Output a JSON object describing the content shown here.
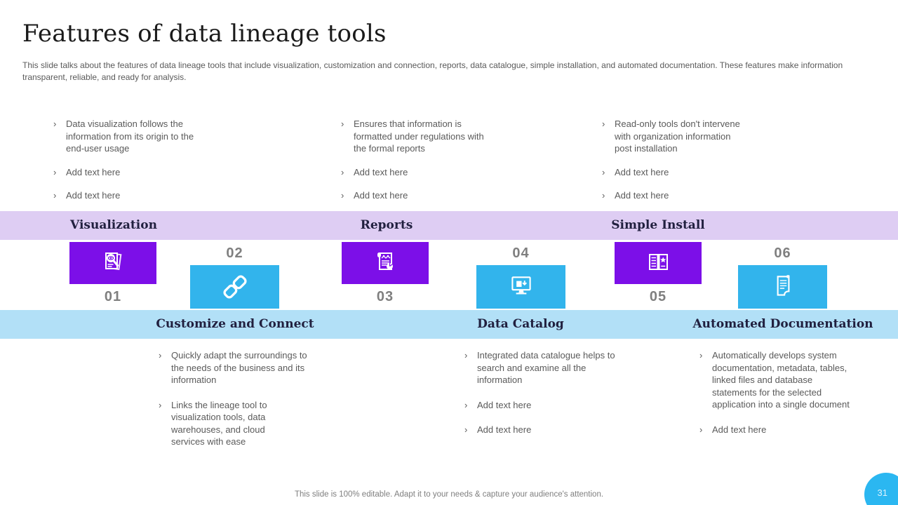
{
  "slide": {
    "title": "Features of data lineage tools",
    "subtitle": "This slide talks about the features of data lineage tools that include visualization, customization and connection, reports, data catalogue, simple installation, and automated documentation. These features make information transparent, reliable, and ready for analysis.",
    "footer": "This slide is 100% editable. Adapt it to your needs & capture your audience's attention.",
    "page_number": "31",
    "bullet_marker": "›"
  },
  "colors": {
    "purple_tile": "#7c0fe8",
    "blue_tile": "#32b4ec",
    "lavender_band": "#decdf3",
    "blue_band": "#b2e0f7",
    "page_badge": "#2bb7f1",
    "number_gray": "#7f7f7f",
    "body_text": "#5a5a5a",
    "band_label_text": "#21203f"
  },
  "top_features": [
    {
      "label": "Visualization",
      "number": "01",
      "icon": "document-magnifier-eye-icon",
      "bullets": [
        "Data visualization follows the information from its origin to the end-user usage",
        "Add text here",
        "Add text here"
      ]
    },
    {
      "label": "Reports",
      "number": "03",
      "icon": "report-scroll-chart-icon",
      "bullets": [
        "Ensures that information is formatted under regulations with the formal reports",
        "Add text here",
        "Add text here"
      ]
    },
    {
      "label": "Simple Install",
      "number": "05",
      "icon": "open-book-star-icon",
      "bullets": [
        "Read-only tools don't intervene with organization information post installation",
        "Add text here",
        "Add text here"
      ]
    }
  ],
  "bottom_features": [
    {
      "label": "Customize and Connect",
      "number": "02",
      "icon": "chain-link-icon",
      "bullets": [
        "Quickly adapt the surroundings to the needs of the business and its information",
        "Links the lineage tool to visualization tools, data warehouses, and cloud services with ease"
      ]
    },
    {
      "label": "Data Catalog",
      "number": "04",
      "icon": "monitor-data-icon",
      "bullets": [
        "Integrated data catalogue helps to search and examine all the information",
        "Add text here",
        "Add text here"
      ]
    },
    {
      "label": "Automated Documentation",
      "number": "06",
      "icon": "document-lines-icon",
      "bullets": [
        "Automatically develops system documentation, metadata, tables, linked files and database statements for the selected application into a single document",
        "Add text here"
      ]
    }
  ]
}
